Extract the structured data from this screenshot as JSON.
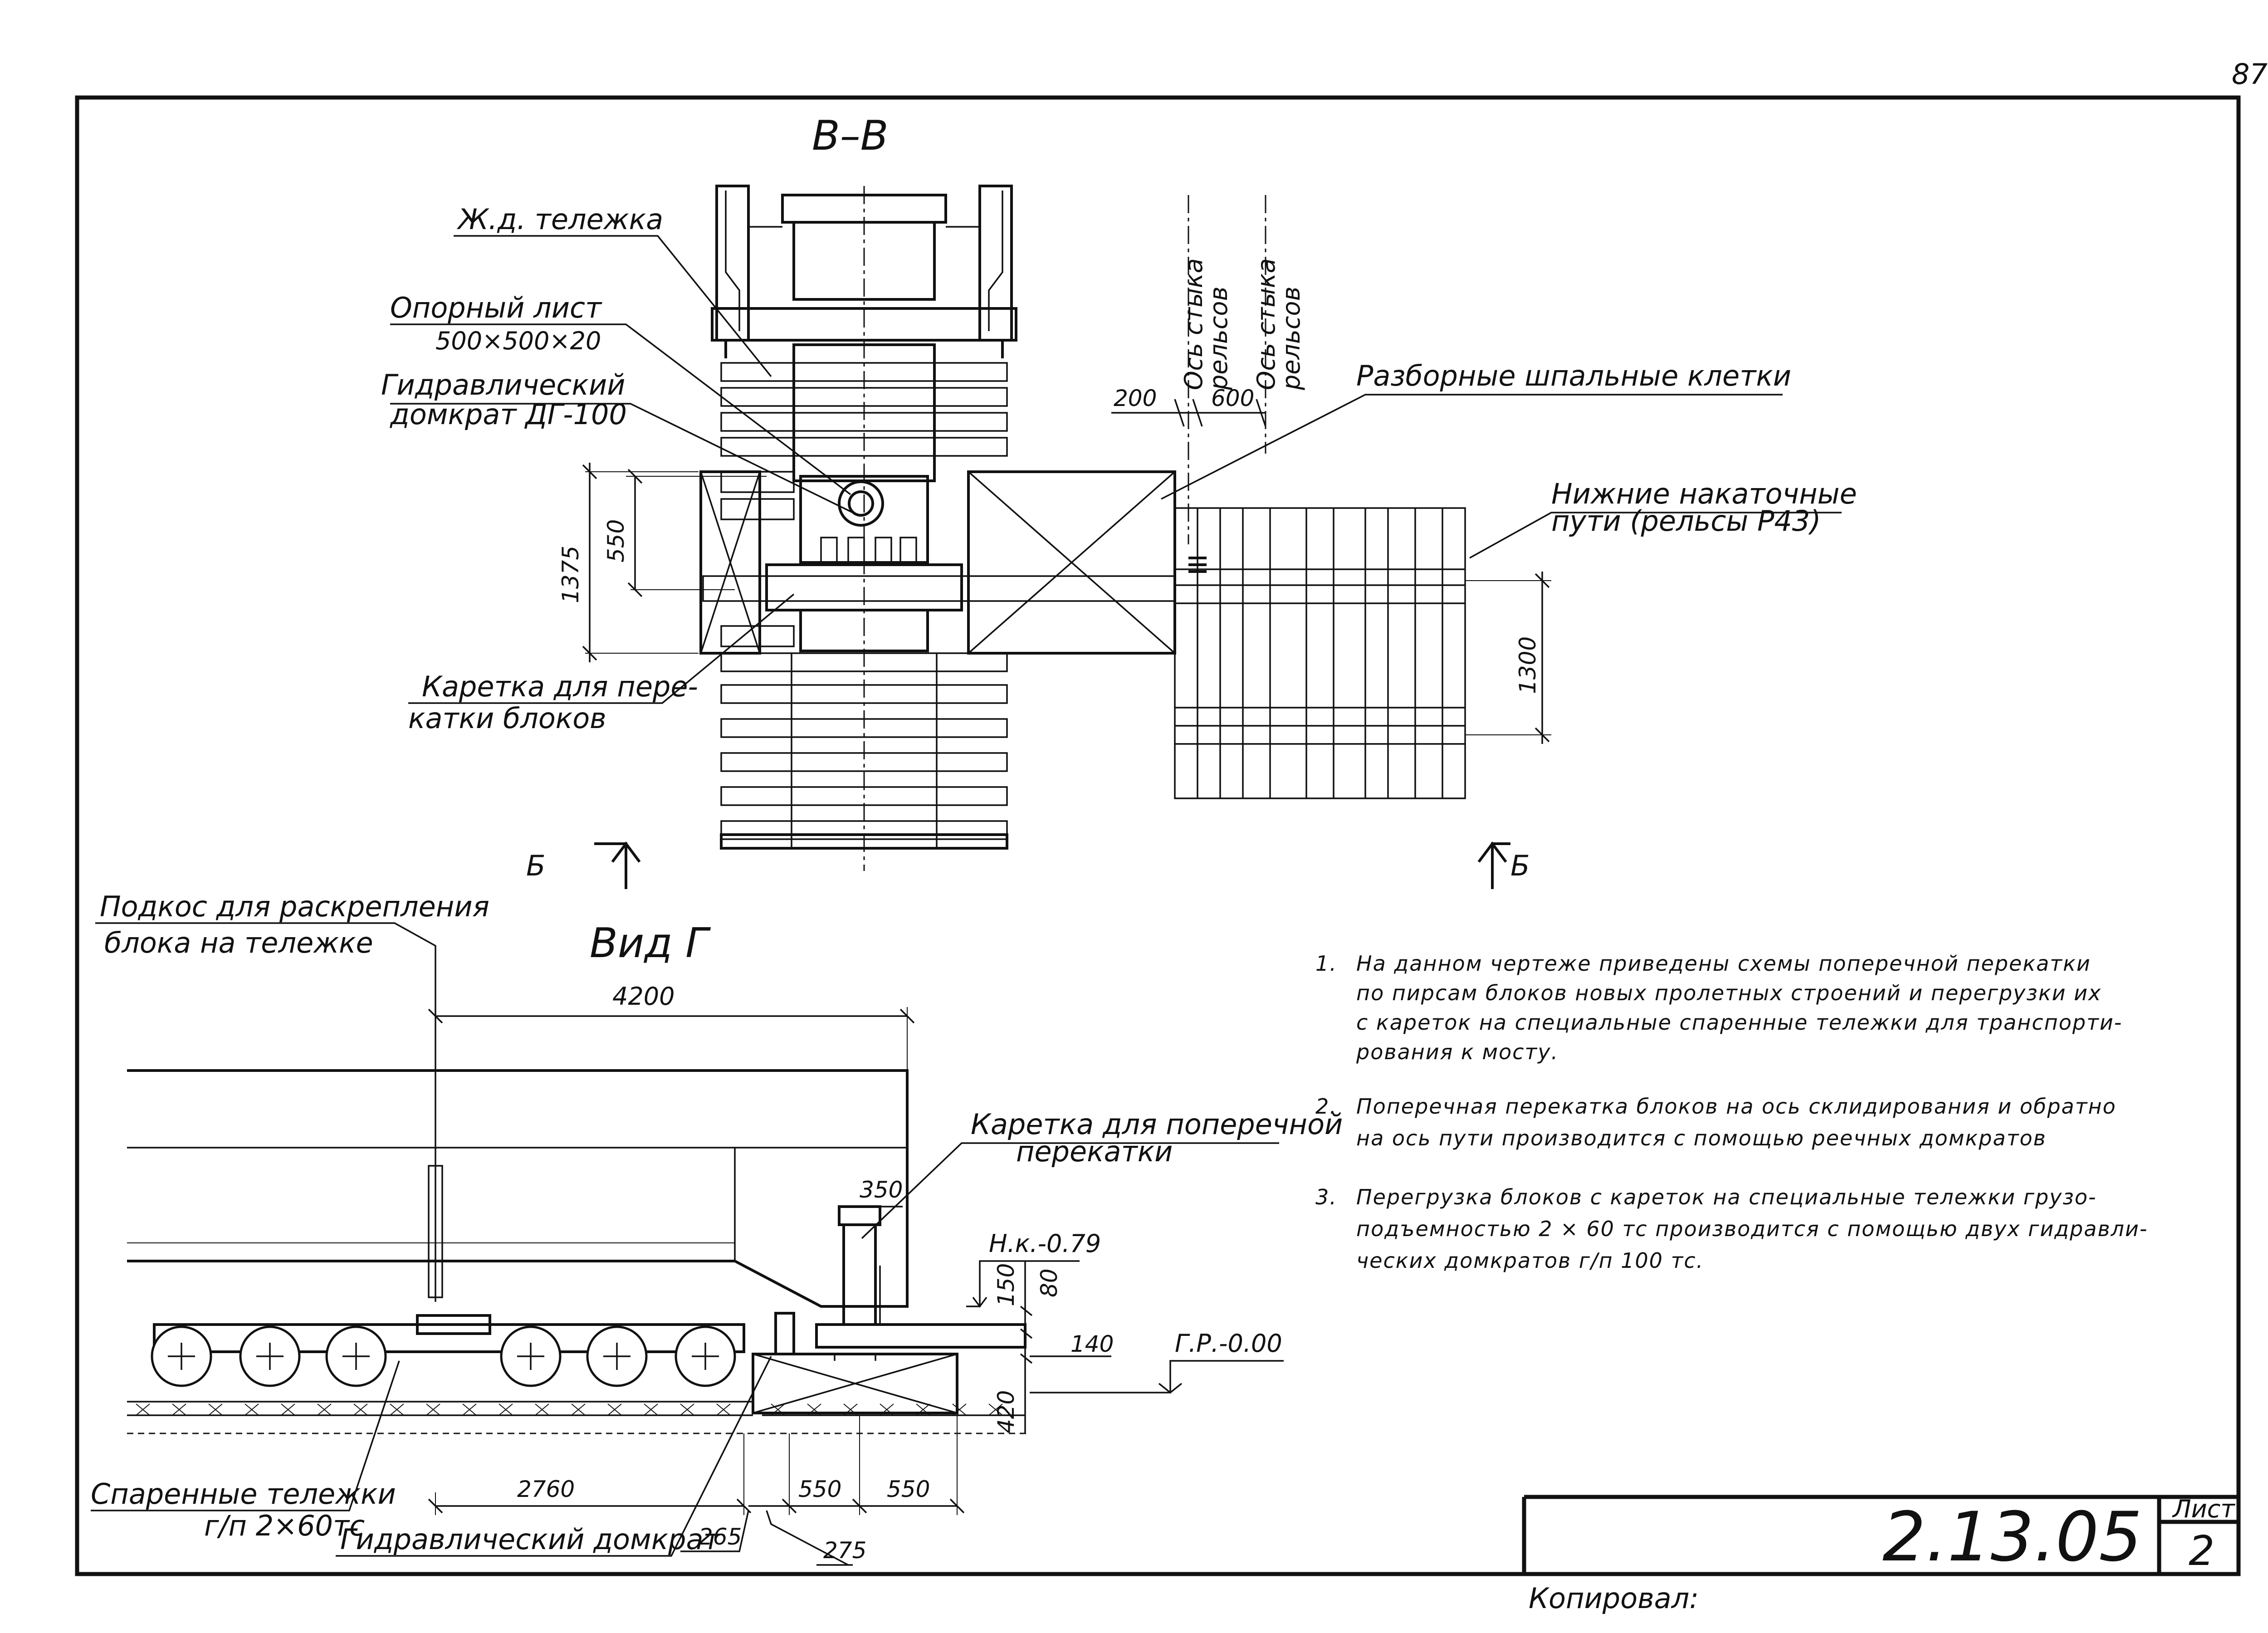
{
  "sheet": {
    "page_number": "87",
    "drawing_code": "2.13.05",
    "sheet_label": "Лист",
    "sheet_number": "2",
    "copied_by": "Копировал:"
  },
  "section_bb": {
    "title": "В–В",
    "labels": {
      "rail_bogie": "Ж.д. тележка",
      "support_plate": "Опорный лист",
      "support_plate_size": "500×500×20",
      "jack_line1": "Гидравлический",
      "jack_line2": "домкрат ДГ-100",
      "carriage_line1": "Каретка для пере-",
      "carriage_line2": "катки блоков",
      "sleeper_cribs": "Разборные шпальные клетки",
      "rolling_tracks_line1": "Нижние накаточные",
      "rolling_tracks_line2": "пути (рельсы Р43)",
      "rail_joint_axis_1_line1": "Ось стыка",
      "rail_joint_axis_1_line2": "рельсов",
      "rail_joint_axis_2_line1": "Ось стыка",
      "rail_joint_axis_2_line2": "рельсов"
    },
    "dims": {
      "d200": "200",
      "d600": "600",
      "d550": "550",
      "d1375": "1375",
      "d1300": "1300"
    },
    "section_mark": "Б"
  },
  "view_g": {
    "title": "Вид Г",
    "labels": {
      "brace_line1": "Подкос для раскрепления",
      "brace_line2": "блока на тележке",
      "cross_carriage_line1": "Каретка для поперечной",
      "cross_carriage_line2": "перекатки",
      "hk_level": "Н.к.-0.79",
      "gr_level": "Г.Р.-0.00",
      "twin_bogies_line1": "Спаренные тележки",
      "twin_bogies_line2": "г/п 2×60тс",
      "hydraulic_jack": "Гидравлический домкрат"
    },
    "dims": {
      "d4200": "4200",
      "d350": "350",
      "d150": "150",
      "d80": "80",
      "d140": "140",
      "d420": "420",
      "d2760": "2760",
      "d265": "265",
      "d550a": "550",
      "d550b": "550",
      "d275": "275"
    }
  },
  "notes": [
    {
      "num": "1.",
      "lines": [
        "На данном чертеже приведены схемы поперечной перекатки",
        "по пирсам блоков новых пролетных строений и перегрузки их",
        "с кареток на специальные спаренные тележки для транспорти-",
        "рования к мосту."
      ]
    },
    {
      "num": "2.",
      "lines": [
        "Поперечная перекатка блоков на ось склидирования и обратно",
        "на ось пути производится с помощью реечных домкратов"
      ]
    },
    {
      "num": "3.",
      "lines": [
        "Перегрузка блоков с кареток на специальные тележки грузо-",
        "подъемностью 2 × 60 тс производится с помощью двух гидравли-",
        "ческих домкратов г/п 100 тс."
      ]
    }
  ]
}
